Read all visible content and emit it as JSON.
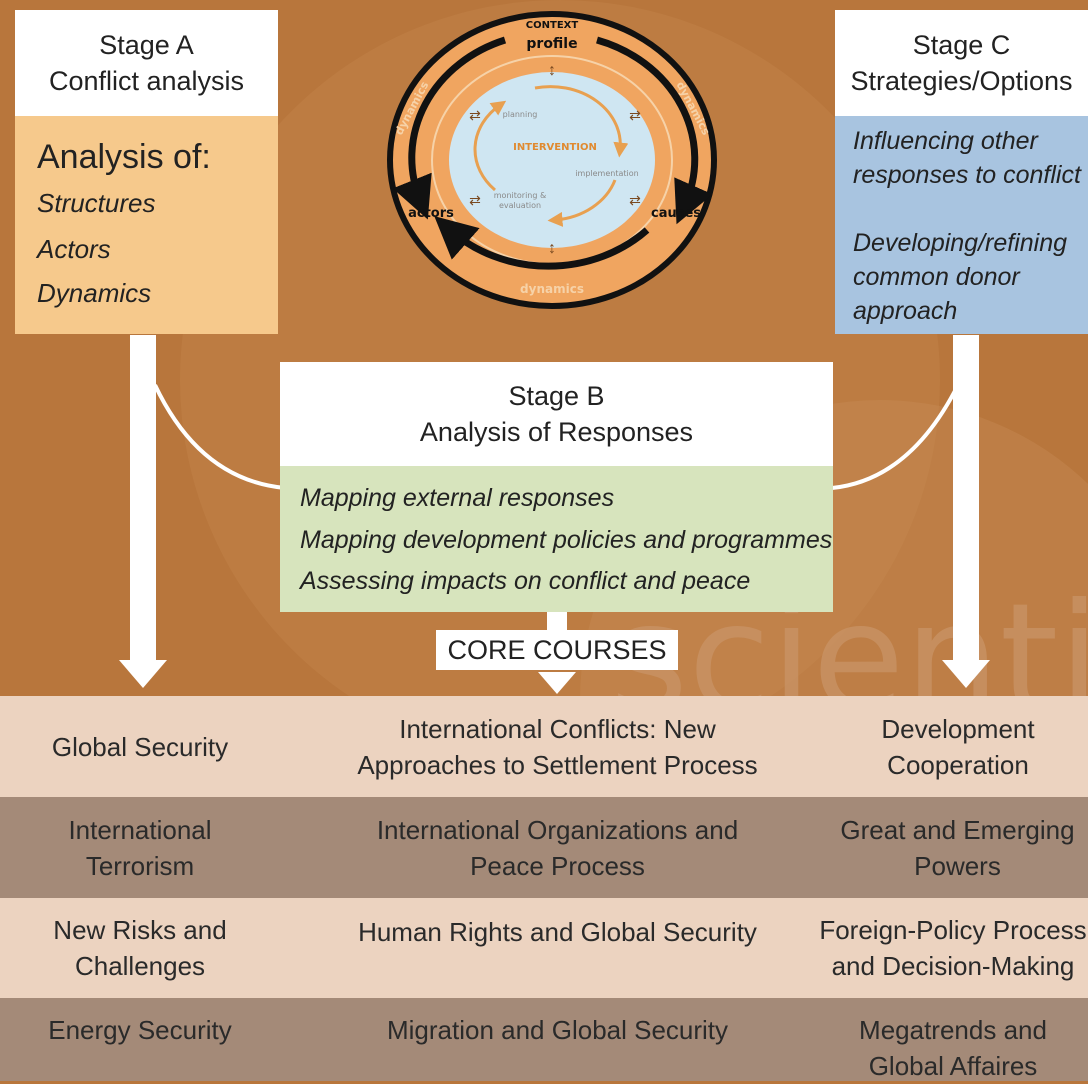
{
  "watermark": "scientia",
  "stage_a": {
    "title_line1": "Stage A",
    "title_line2": "Conflict analysis",
    "heading": "Analysis of:",
    "items": [
      "Structures",
      "Actors",
      "Dynamics"
    ]
  },
  "stage_b": {
    "title_line1": "Stage B",
    "title_line2": "Analysis of Responses",
    "items": [
      "Mapping external responses",
      "Mapping development policies and programmes",
      "Assessing impacts on conflict and peace"
    ]
  },
  "stage_c": {
    "title_line1": "Stage C",
    "title_line2": "Strategies/Options",
    "items": [
      "Influencing other responses to conflict",
      "Developing/refining common donor approach"
    ]
  },
  "cycle": {
    "context": "CONTEXT",
    "profile": "profile",
    "actors": "actors",
    "causes": "causes",
    "dynamics": "dynamics",
    "intervention": "INTERVENTION",
    "planning": "planning",
    "implementation": "implementation",
    "monitoring_line1": "monitoring &",
    "monitoring_line2": "evaluation"
  },
  "core_courses_label": "CORE COURSES",
  "courses": [
    [
      "Global Security",
      "International Conflicts: New Approaches to Settlement Process",
      "Development Cooperation"
    ],
    [
      "International Terrorism",
      "International Organizations and Peace Process",
      "Great and Emerging Powers"
    ],
    [
      "New Risks and Challenges",
      "Human Rights and Global Security",
      "Foreign-Policy Process and Decision-Making"
    ],
    [
      "Energy Security",
      "Migration and Global Security",
      "Megatrends and Global Affaires"
    ]
  ],
  "colors": {
    "background": "#b8763c",
    "stage_a_body": "#f6c98c",
    "stage_b_body": "#d7e4bd",
    "stage_c_body": "#a8c4e0",
    "row_light": "#ecd3c0",
    "row_dark": "#a48a78"
  }
}
